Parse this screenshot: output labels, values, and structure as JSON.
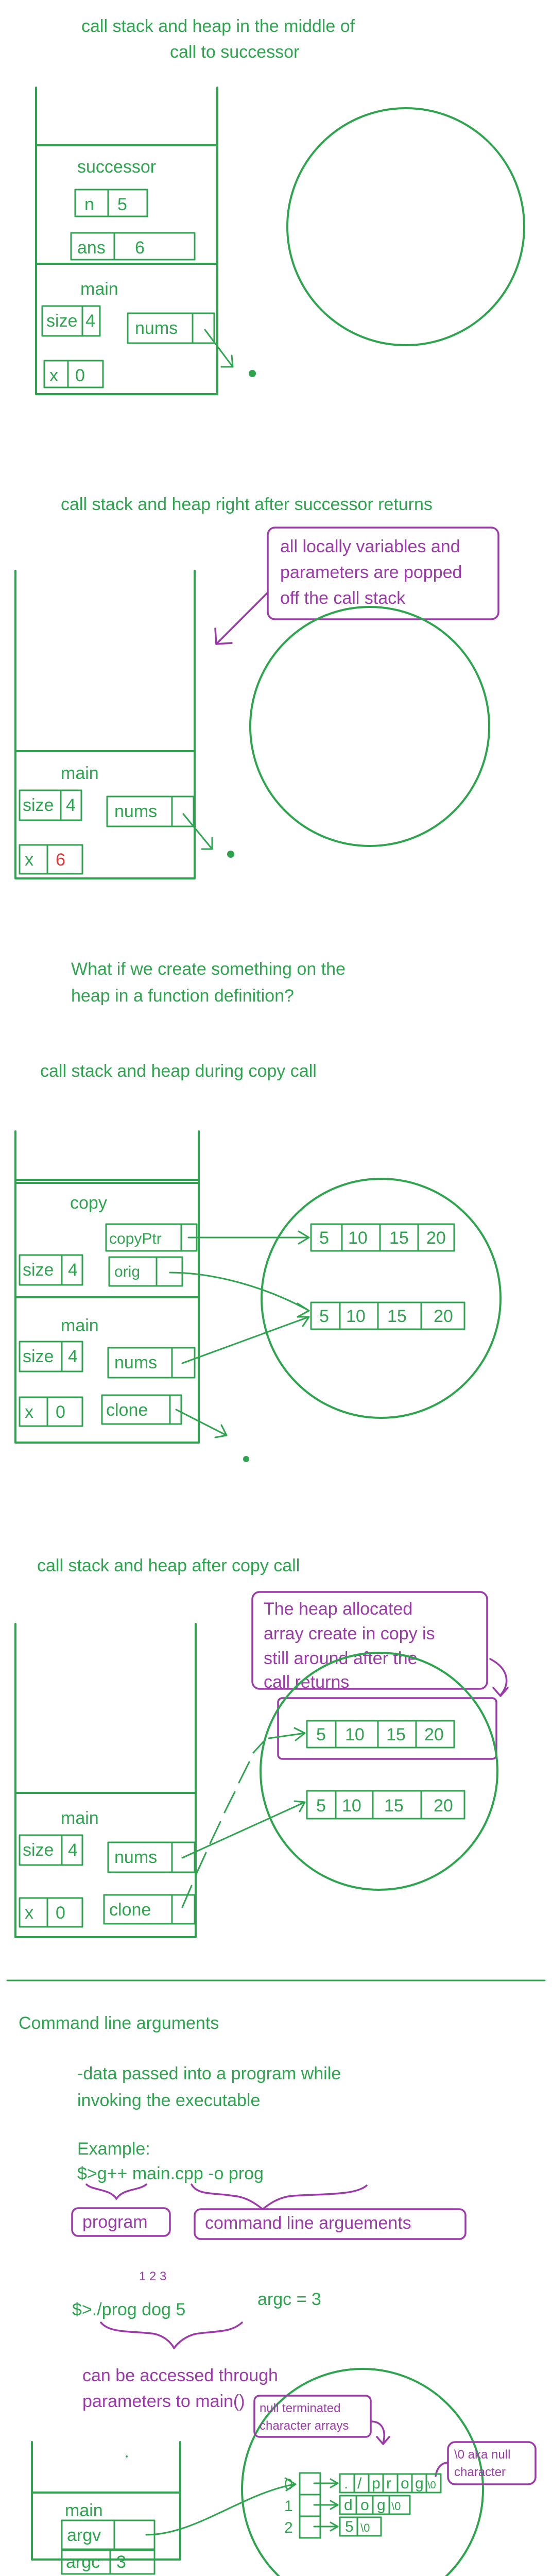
{
  "section1": {
    "title_line1": "call stack and heap in the middle of",
    "title_line2": "call to successor",
    "frame_successor": "successor",
    "n_label": "n",
    "n_value": "5",
    "ans_label": "ans",
    "ans_value": "6",
    "frame_main": "main",
    "size_label": "size",
    "size_value": "4",
    "nums_label": "nums",
    "x_label": "x",
    "x_value": "0"
  },
  "section2": {
    "title": "call stack and heap  right after successor returns",
    "note_line1": "all locally variables and",
    "note_line2": "parameters are popped",
    "note_line3": "off the call stack",
    "frame_main": "main",
    "size_label": "size",
    "size_value": "4",
    "nums_label": "nums",
    "x_label": "x",
    "x_value": "6"
  },
  "question": {
    "line1": "What if we create something on the",
    "line2": "heap in a function definition?"
  },
  "section3": {
    "title": "call stack and heap during copy call",
    "frame_copy": "copy",
    "copyptr_label": "copyPtr",
    "orig_label": "orig",
    "size_label": "size",
    "size_value": "4",
    "frame_main": "main",
    "main_size_label": "size",
    "main_size_value": "4",
    "nums_label": "nums",
    "x_label": "x",
    "x_value": "0",
    "clone_label": "clone",
    "array_top": [
      "5",
      "10",
      "15",
      "20"
    ],
    "array_bottom": [
      "5",
      "10",
      "15",
      "20"
    ]
  },
  "section4": {
    "title": "call stack and heap   after  copy call",
    "note_line1": "The heap allocated",
    "note_line2": "array create in copy is",
    "note_line3": "still around after the",
    "note_line4": "call returns",
    "frame_main": "main",
    "size_label": "size",
    "size_value": "4",
    "nums_label": "nums",
    "x_label": "x",
    "x_value": "0",
    "clone_label": "clone",
    "array_top": [
      "5",
      "10",
      "15",
      "20"
    ],
    "array_bottom": [
      "5",
      "10",
      "15",
      "20"
    ]
  },
  "section5": {
    "heading": "Command line arguments",
    "desc_line1": "-data passed into a program while",
    "desc_line2": "invoking the executable",
    "example_label": "Example:",
    "command1": "$>g++ main.cpp -o prog",
    "program_tag": "program",
    "args_tag": "command line arguements",
    "index_marks": "1   2  3",
    "argc_note": "argc = 3",
    "command2": "$>./prog dog 5",
    "access_line1": "can be accessed through",
    "access_line2": "parameters to main()",
    "frame_main": "main",
    "argv_label": "argv",
    "argc_label": "argc",
    "argc_value": "3",
    "null_note_line1": "null terminated",
    "null_note_line2": "character arrays",
    "zero_note_line1": "\\0 aka null",
    "zero_note_line2": "character",
    "row_indices": [
      "0",
      "1",
      "2"
    ],
    "argv0_chars": [
      ".",
      "/",
      "p",
      "r",
      "o",
      "g",
      "\\0"
    ],
    "argv1_chars": [
      "d",
      "o",
      "g",
      "\\0"
    ],
    "argv2_chars": [
      "5",
      "\\0"
    ]
  },
  "colors": {
    "ink_green": "#2ea44f",
    "ink_purple": "#9b3aa8",
    "ink_red": "#d93a3a"
  }
}
